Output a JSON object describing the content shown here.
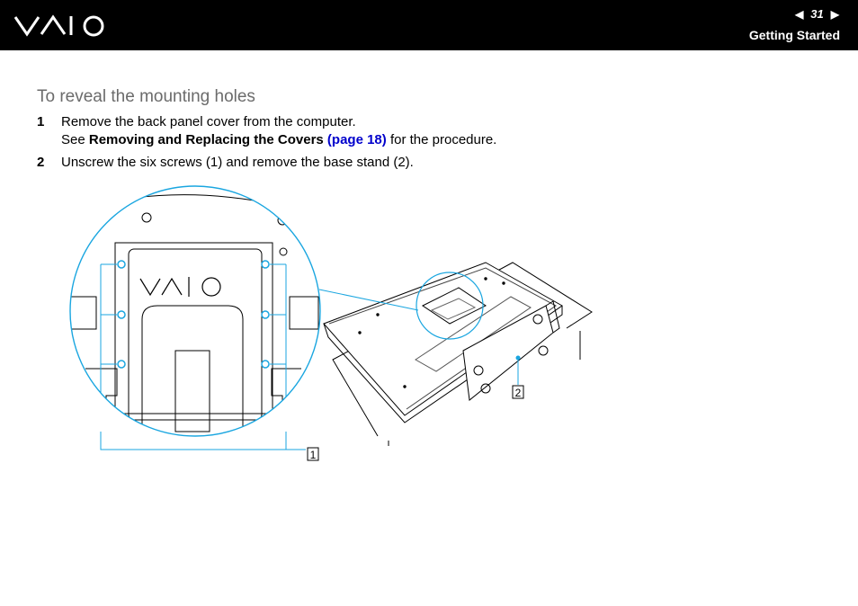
{
  "header": {
    "brand": "VAIO",
    "page_number": "31",
    "prev_icon": "triangle-left",
    "next_icon": "triangle-right",
    "section": "Getting Started"
  },
  "content": {
    "heading": "To reveal the mounting holes",
    "steps": [
      {
        "number": "1",
        "line1": "Remove the back panel cover from the computer.",
        "line2_prefix": "See ",
        "line2_bold": "Removing and Replacing the Covers",
        "line2_link": "(page 18)",
        "line2_suffix": " for the procedure."
      },
      {
        "number": "2",
        "text": "Unscrew the six screws (1) and remove the base stand (2)."
      }
    ]
  },
  "figure": {
    "callouts": [
      "1",
      "2"
    ],
    "accent": "#1aa6e0"
  }
}
